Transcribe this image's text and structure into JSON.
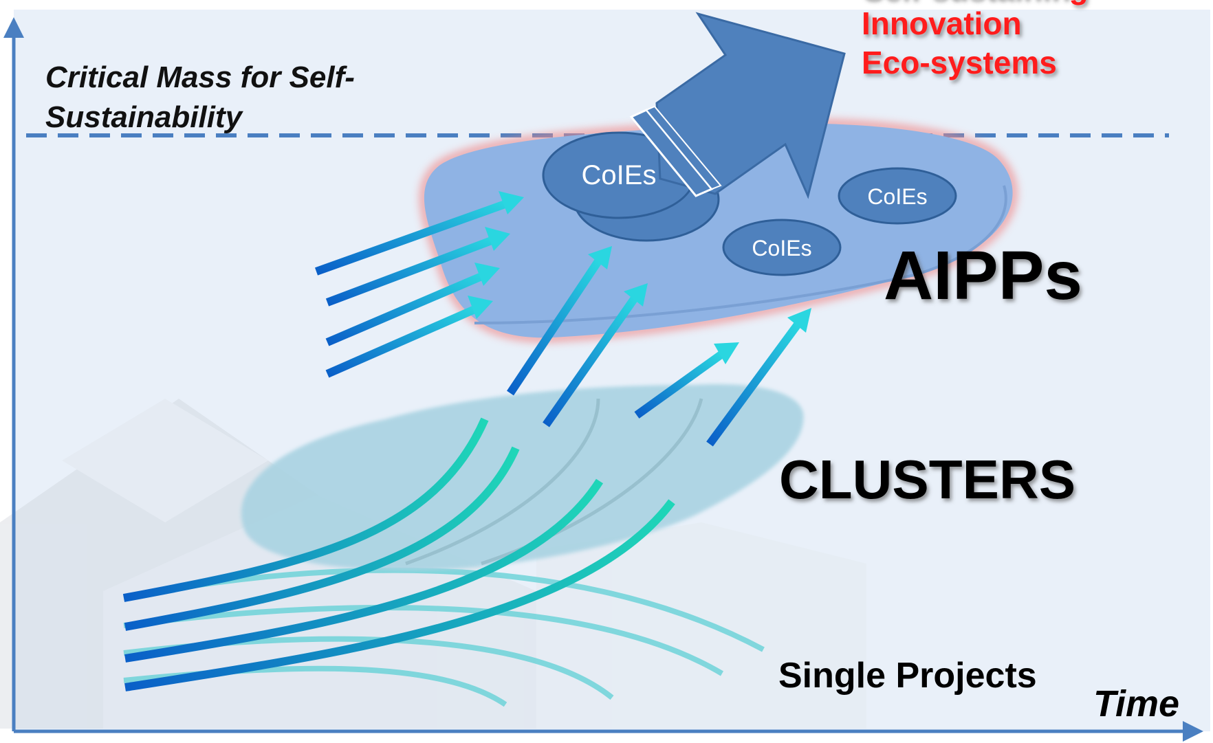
{
  "diagram": {
    "y_axis_label": "",
    "x_axis_label": "Time",
    "threshold_label_line1": "Critical Mass for Self-",
    "threshold_label_line2": "Sustainability",
    "goal_label_line1": "Self-sustaining",
    "goal_label_line2": "Innovation",
    "goal_label_line3": "Eco-systems",
    "level_top": "AIPPs",
    "level_middle": "CLUSTERS",
    "level_bottom": "Single Projects",
    "node_label": "CoIEs"
  },
  "colors": {
    "axis": "#4a7fc1",
    "threshold": "#4a7fc1",
    "goal_text": "#ff1a1a",
    "big_arrow": "#4f81bd",
    "aipps_shape": "#8fb3e4",
    "aipps_glow": "#f08a8a",
    "clusters_shape": "#a9d3e2",
    "node_fill": "#4f81bd",
    "arrow_dark": "#0a5fc8",
    "arrow_light": "#2ad6e0",
    "background": "#e9f0f9"
  }
}
